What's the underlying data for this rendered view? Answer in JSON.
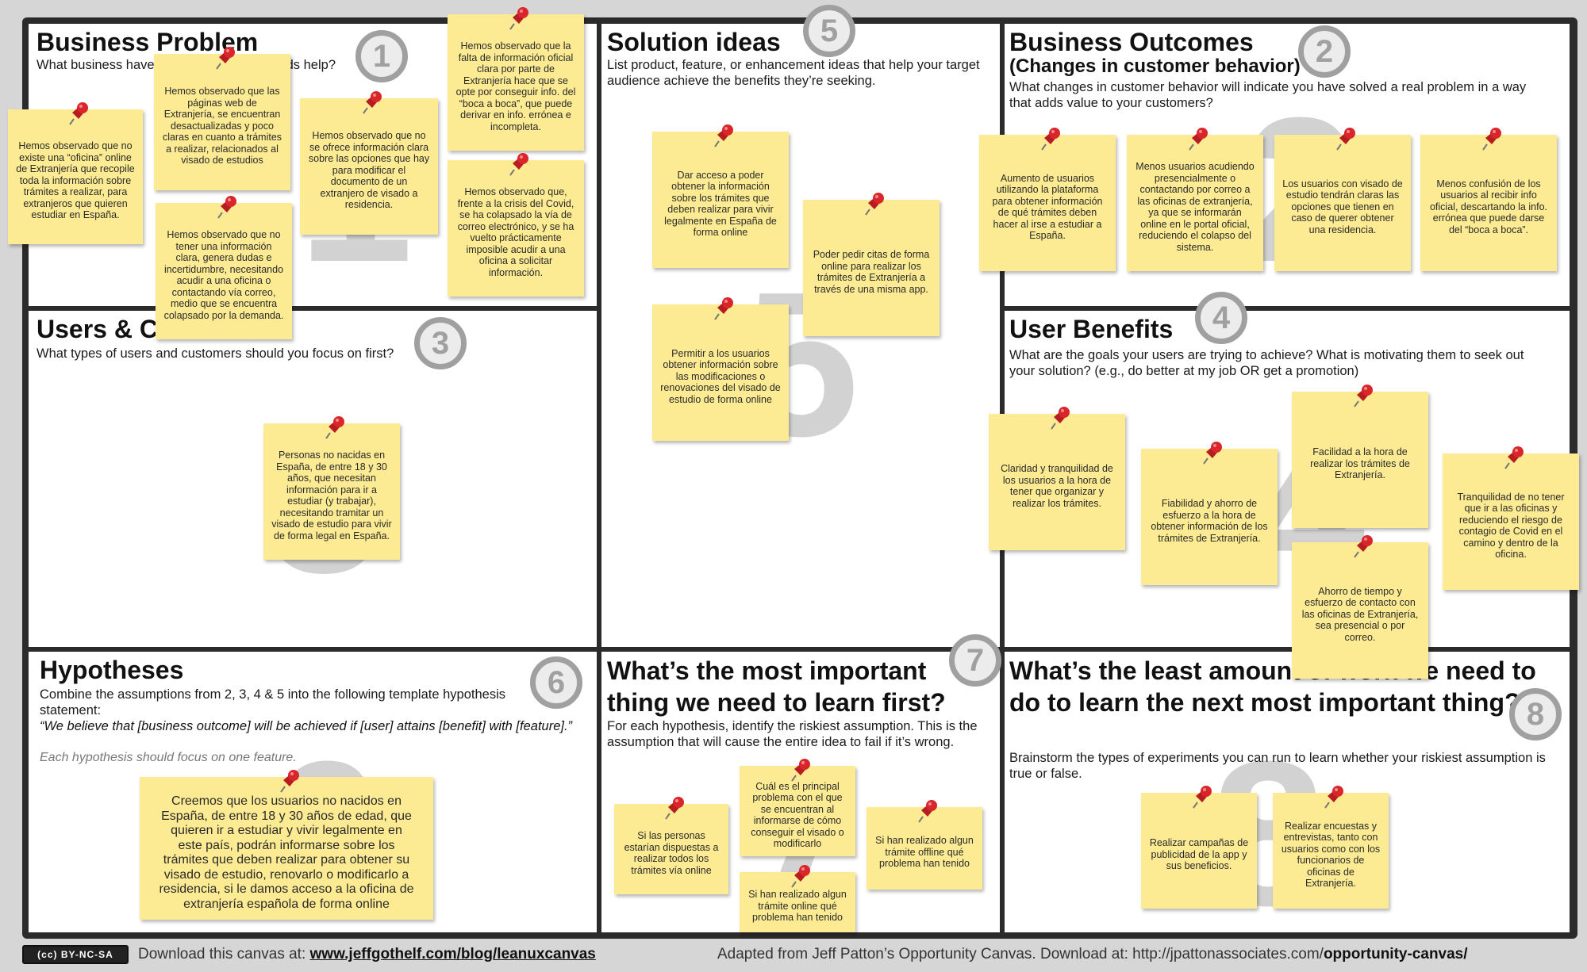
{
  "license_badge": "(cc) BY-NC-SA",
  "sections": {
    "business_problem": {
      "title": "Business Problem",
      "number": "1",
      "description": "What business have you identified that needs help?",
      "notes": [
        "Hemos observado que no existe una “oficina” online de Extranjería que recopile toda la información sobre trámites a realizar, para extranjeros que quieren estudiar en España.",
        "Hemos observado que las páginas web de Extranjería, se encuentran desactualizadas y poco claras en cuanto a trámites a realizar, relacionados al visado de estudios",
        "Hemos observado que no tener una información clara, genera dudas e incertidumbre, necesitando acudir a una oficina o contactando vía correo, medio que se encuentra colapsado por la demanda.",
        "Hemos observado que no se ofrece información clara sobre las opciones que hay para modificar el documento de un extranjero de visado a residencia.",
        "Hemos observado que la falta de información oficial clara por parte de Extranjería hace que se opte por conseguir info. del “boca a boca”, que puede derivar en info. errónea e incompleta.",
        "Hemos observado que, frente a la crisis del Covid, se ha colapsado la vía de correo electrónico, y se ha vuelto prácticamente imposible acudir a una oficina a solicitar información."
      ]
    },
    "users": {
      "title": "Users & Customers",
      "number": "3",
      "description": "What types of users and customers should you focus on first?",
      "notes": [
        "Personas no nacidas en España, de entre 18 y 30 años, que necesitan información para ir a estudiar (y trabajar), necesitando tramitar un visado de estudio para vivir de forma legal en España."
      ]
    },
    "solution_ideas": {
      "title": "Solution ideas",
      "number": "5",
      "description": "List product, feature, or enhancement ideas that help your target audience achieve the benefits they’re seeking.",
      "notes": [
        "Dar acceso a poder obtener la información sobre los trámites que deben realizar para vivir legalmente en España de forma online",
        "Poder pedir citas de forma online para realizar los trámites de Extranjería a través de una misma app.",
        "Permitir a los usuarios obtener información sobre las modificaciones o renovaciones del visado de estudio de forma online"
      ]
    },
    "business_outcomes": {
      "title": "Business Outcomes",
      "subtitle": "(Changes in customer behavior)",
      "number": "2",
      "description": "What changes in customer behavior will indicate you have solved a real problem in a way that adds value to your customers?",
      "notes": [
        "Aumento de usuarios utilizando la plataforma para obtener información de qué trámites deben hacer al irse a estudiar a España.",
        "Menos usuarios acudiendo presencialmente o contactando por correo a las oficinas de extranjería, ya que se informarán online en le portal oficial, reduciendo el colapso del sistema.",
        "Los usuarios con visado de estudio tendrán claras las opciones que tienen en caso de querer obtener una residencia.",
        "Menos confusión de los usuarios al recibir info oficial, descartando la info. errónea que puede darse del “boca a boca”."
      ]
    },
    "user_benefits": {
      "title": "User Benefits",
      "number": "4",
      "description": "What are the goals your users are trying to achieve? What is motivating them to seek out your solution? (e.g., do better at my job OR get a promotion)",
      "notes": [
        "Claridad y tranquilidad de los usuarios a la hora de tener que organizar y realizar los trámites.",
        "Fiabilidad y ahorro de esfuerzo a la hora de obtener información de los trámites de Extranjería.",
        "Facilidad a la hora de realizar los trámites de Extranjería.",
        "Ahorro de tiempo y esfuerzo de contacto con las oficinas de Extranjería, sea presencial o por correo.",
        "Tranquilidad de no tener que ir a las oficinas y reduciendo el riesgo de contagio de Covid en el camino y dentro de la oficina."
      ]
    },
    "hypotheses": {
      "title": "Hypotheses",
      "number": "6",
      "description": "Combine the assumptions from 2, 3, 4 & 5 into the following template hypothesis statement:",
      "quote": "“We believe that [business outcome] will be achieved if [user] attains [benefit] with [feature].”",
      "note_line": "Each hypothesis should focus on one feature.",
      "notes": [
        "Creemos que los usuarios no nacidos en España, de entre 18 y 30 años de edad, que quieren ir a estudiar y vivir legalmente en este país, podrán informarse sobre los trámites que deben realizar para obtener su visado de estudio, renovarlo o modificarlo a residencia, si le damos acceso a la oficina de extranjería española de forma online"
      ]
    },
    "learn_first": {
      "title": "What’s the most important thing we need to learn first?",
      "number": "7",
      "description": "For each hypothesis, identify the riskiest assumption. This is the assumption that will cause the entire idea to fail if it’s wrong.",
      "notes": [
        "Si las personas estarían dispuestas a realizar todos los trámites vía online",
        "Cuál es el principal problema con el que se encuentran al informarse de cómo conseguir el visado o modificarlo",
        "Si han realizado algun trámite online qué problema han tenido",
        "Si han realizado algun trámite offline qué problema han tenido"
      ]
    },
    "least_amount": {
      "title": "What’s the least amount of work we need to do to learn the next most important thing?",
      "number": "8",
      "description": "Brainstorm the types of experiments you can run to learn whether your riskiest assumption is true or false.",
      "notes": [
        "Realizar campañas de publicidad de la app y sus beneficios.",
        "Realizar encuestas y entrevistas, tanto con usuarios como con los funcionarios de oficinas de Extranjería."
      ]
    }
  },
  "footer": {
    "download_prefix": "Download this canvas at:",
    "download_link": "www.jeffgothelf.com/blog/leanuxcanvas",
    "adapted_prefix": "Adapted from Jeff Patton’s Opportunity Canvas. Download at:",
    "adapted_url_plain": "http://jpattonassociates.com/",
    "adapted_url_bold": "opportunity-canvas/"
  },
  "colors": {
    "note": "#fceb93",
    "pin": "#d9262b",
    "badge": "#a0a0a0",
    "frame": "#2b2b2b"
  }
}
